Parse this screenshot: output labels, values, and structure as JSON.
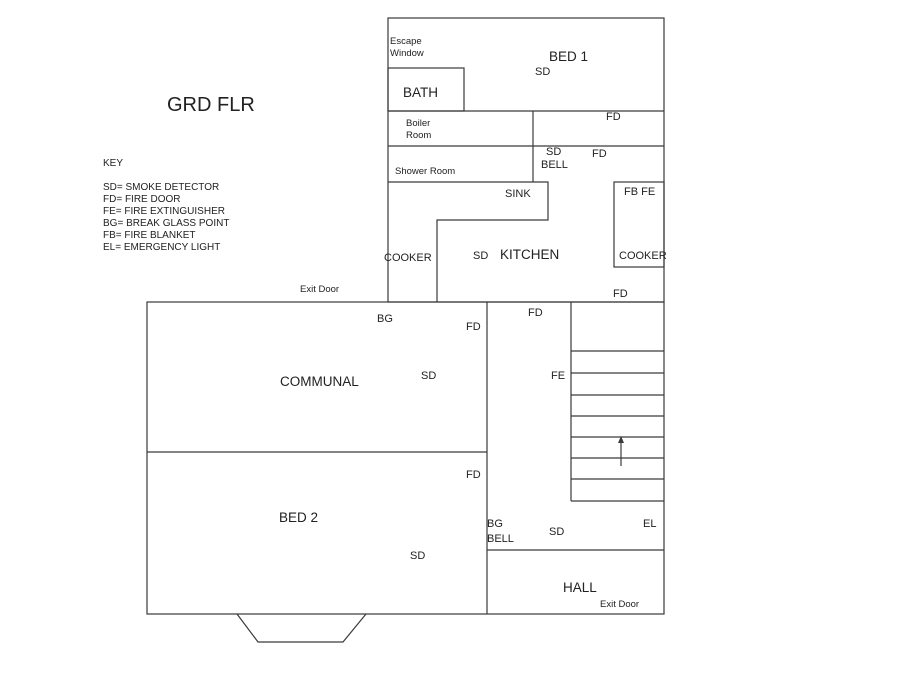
{
  "title": "GRD FLR",
  "key": {
    "heading": "KEY",
    "entries": [
      "SD= SMOKE DETECTOR",
      "FD= FIRE DOOR",
      "FE= FIRE EXTINGUISHER",
      "BG= BREAK GLASS POINT",
      "FB= FIRE BLANKET",
      "EL= EMERGENCY LIGHT"
    ]
  },
  "rooms": {
    "bed1": "BED 1",
    "bath": "BATH",
    "boiler_line1": "Boiler",
    "boiler_line2": "Room",
    "shower": "Shower Room",
    "kitchen": "KITCHEN",
    "communal": "COMMUNAL",
    "bed2": "BED 2",
    "hall": "HALL"
  },
  "fixtures": {
    "sink": "SINK",
    "cooker": "COOKER",
    "escape_line1": "Escape",
    "escape_line2": "Window",
    "exit_door": "Exit Door"
  },
  "symbols": {
    "sd": "SD",
    "fd": "FD",
    "fe": "FE",
    "bg": "BG",
    "bell": "BELL",
    "el": "EL",
    "fb_fe": "FB FE"
  }
}
